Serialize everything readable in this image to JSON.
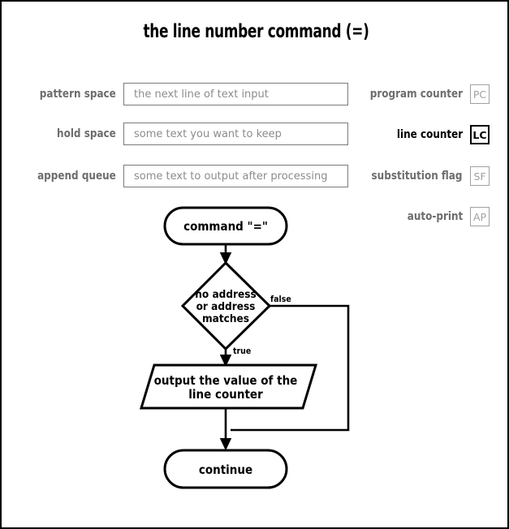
{
  "page": {
    "title": "the line number command (=)",
    "border_color": "#000000",
    "background": "#ffffff"
  },
  "buffers": [
    {
      "label": "pattern space",
      "name": "pattern-space",
      "value": "the next line of text input"
    },
    {
      "label": "hold space",
      "name": "hold-space",
      "value": "some text you want to keep"
    },
    {
      "label": "append queue",
      "name": "append-queue",
      "value": "some text to output after processing"
    }
  ],
  "flags": [
    {
      "label": "program counter",
      "badge": "PC",
      "name": "program-counter",
      "active": false
    },
    {
      "label": "line counter",
      "badge": "LC",
      "name": "line-counter",
      "active": true
    },
    {
      "label": "substitution flag",
      "badge": "SF",
      "name": "substitution-flag",
      "active": false
    },
    {
      "label": "auto-print",
      "badge": "AP",
      "name": "auto-print",
      "active": false
    }
  ],
  "flowchart": {
    "start": "command \"=\"",
    "decision_line1": "no address",
    "decision_line2": "or address",
    "decision_line3": "matches",
    "branch_false": "false",
    "branch_true": "true",
    "output_line1": "output the value of the",
    "output_line2": "line counter",
    "end": "continue"
  },
  "colors": {
    "label_gray": "#6d6d6d",
    "placeholder_gray": "#8c8c8c",
    "box_border_gray": "#7a7a7a",
    "badge_gray": "#a0a0a0",
    "active_black": "#000000"
  }
}
